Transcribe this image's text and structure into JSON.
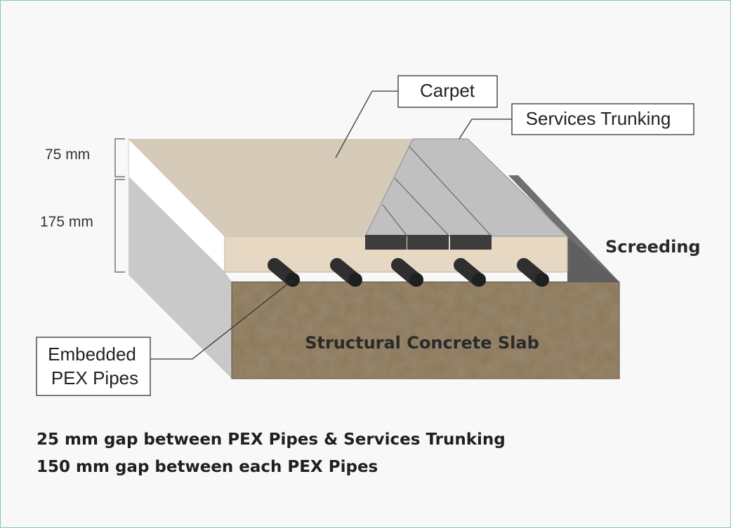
{
  "labels": {
    "carpet": "Carpet",
    "services_trunking": "Services Trunking",
    "screeding": "Screeding",
    "slab": "Structural Concrete Slab",
    "pex_line1": "Embedded",
    "pex_line2": "PEX Pipes"
  },
  "dimensions": {
    "top": "75 mm",
    "bottom": "175 mm"
  },
  "notes": [
    "25 mm gap between PEX Pipes & Services Trunking",
    "150 mm gap between each PEX Pipes"
  ],
  "colors": {
    "carpet": "#d9cbb8",
    "screed_front": "#e8d8c4",
    "trunking": "#bfbfbf",
    "trunking_dark": "#3c3c3c",
    "slab": "#8a7659",
    "shadow": "#6e6e6e",
    "pipe": "#2f2f2f"
  }
}
